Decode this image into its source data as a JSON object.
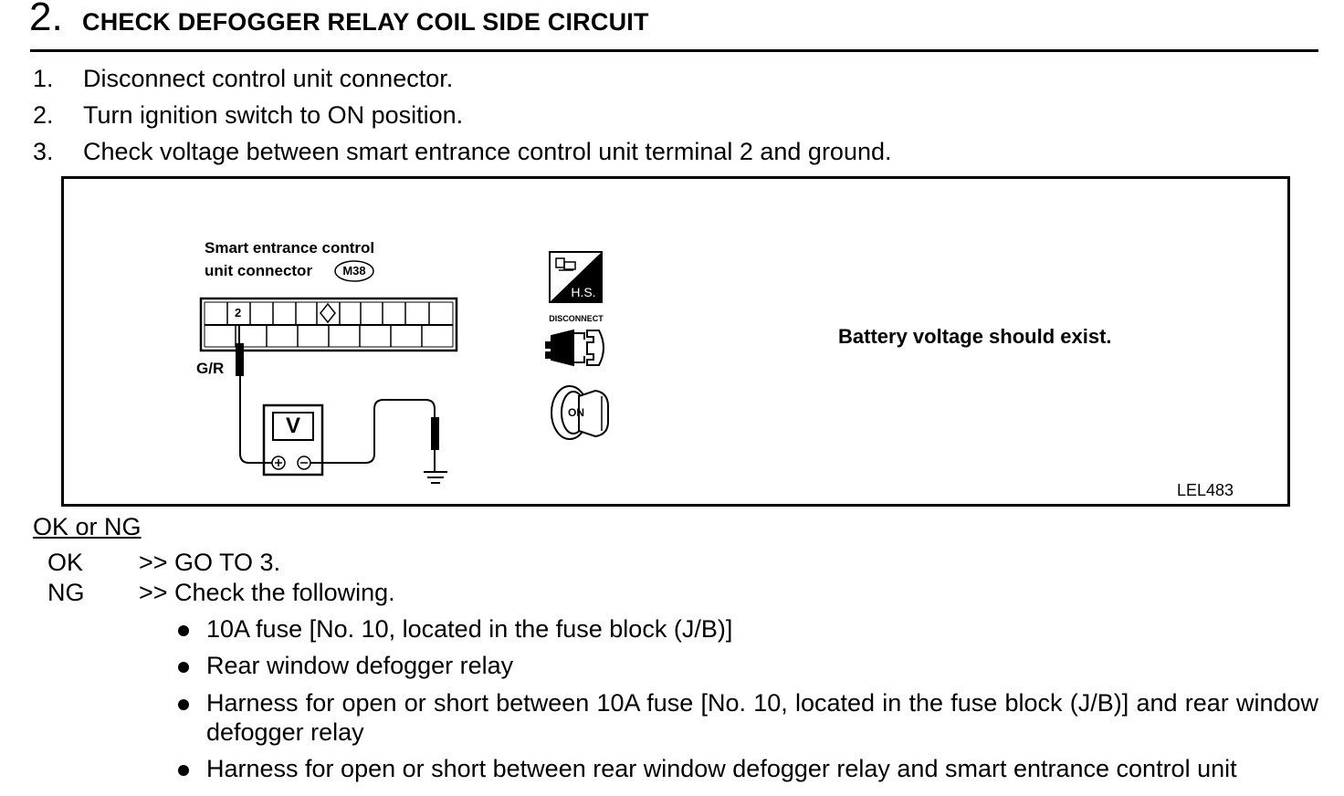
{
  "step": {
    "number": "2.",
    "title": "CHECK DEFOGGER RELAY COIL SIDE CIRCUIT"
  },
  "instructions": [
    {
      "num": "1.",
      "text": "Disconnect control unit connector."
    },
    {
      "num": "2.",
      "text": "Turn ignition switch to ON position."
    },
    {
      "num": "3.",
      "text": "Check voltage between smart entrance control unit terminal 2 and ground."
    }
  ],
  "diagram": {
    "connector_label_line1": "Smart entrance control",
    "connector_label_line2": "unit connector",
    "connector_id": "M38",
    "terminal": "2",
    "wire_color": "G/R",
    "meter_symbol": "V",
    "icon_hs_label": "H.S.",
    "icon_disconnect_label": "DISCONNECT",
    "icon_ignition_label": "ON",
    "spec": "Battery voltage should exist.",
    "figure_code": "LEL483"
  },
  "result": {
    "heading": "OK or NG",
    "ok_key": "OK",
    "ok_value": ">> GO TO 3.",
    "ng_key": "NG",
    "ng_value": ">> Check the following."
  },
  "checks": [
    "10A fuse [No. 10, located in the fuse block (J/B)]",
    "Rear window defogger relay",
    "Harness for open or short between 10A fuse [No. 10, located in the fuse block (J/B)] and rear window defogger relay",
    "Harness for open or short between rear window defogger relay and smart entrance control unit"
  ]
}
